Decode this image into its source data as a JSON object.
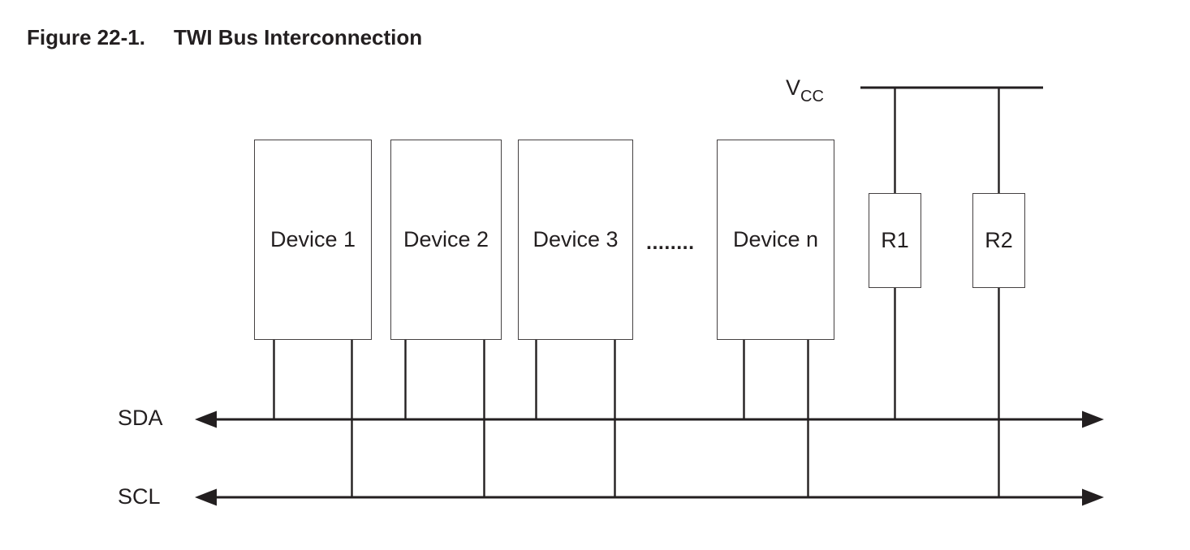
{
  "title": {
    "figure_label": "Figure 22-1.",
    "figure_title": "TWI Bus Interconnection"
  },
  "diagram": {
    "vcc": {
      "base": "V",
      "subscript": "CC"
    },
    "devices": [
      {
        "label": "Device 1"
      },
      {
        "label": "Device 2"
      },
      {
        "label": "Device 3"
      },
      {
        "label": "Device n"
      }
    ],
    "ellipsis": "........",
    "resistors": [
      {
        "label": "R1"
      },
      {
        "label": "R2"
      }
    ],
    "buses": [
      {
        "label": "SDA"
      },
      {
        "label": "SCL"
      }
    ]
  },
  "colors": {
    "line": "#231f20",
    "box_border": "#454142",
    "background": "#ffffff",
    "text": "#231f20"
  }
}
